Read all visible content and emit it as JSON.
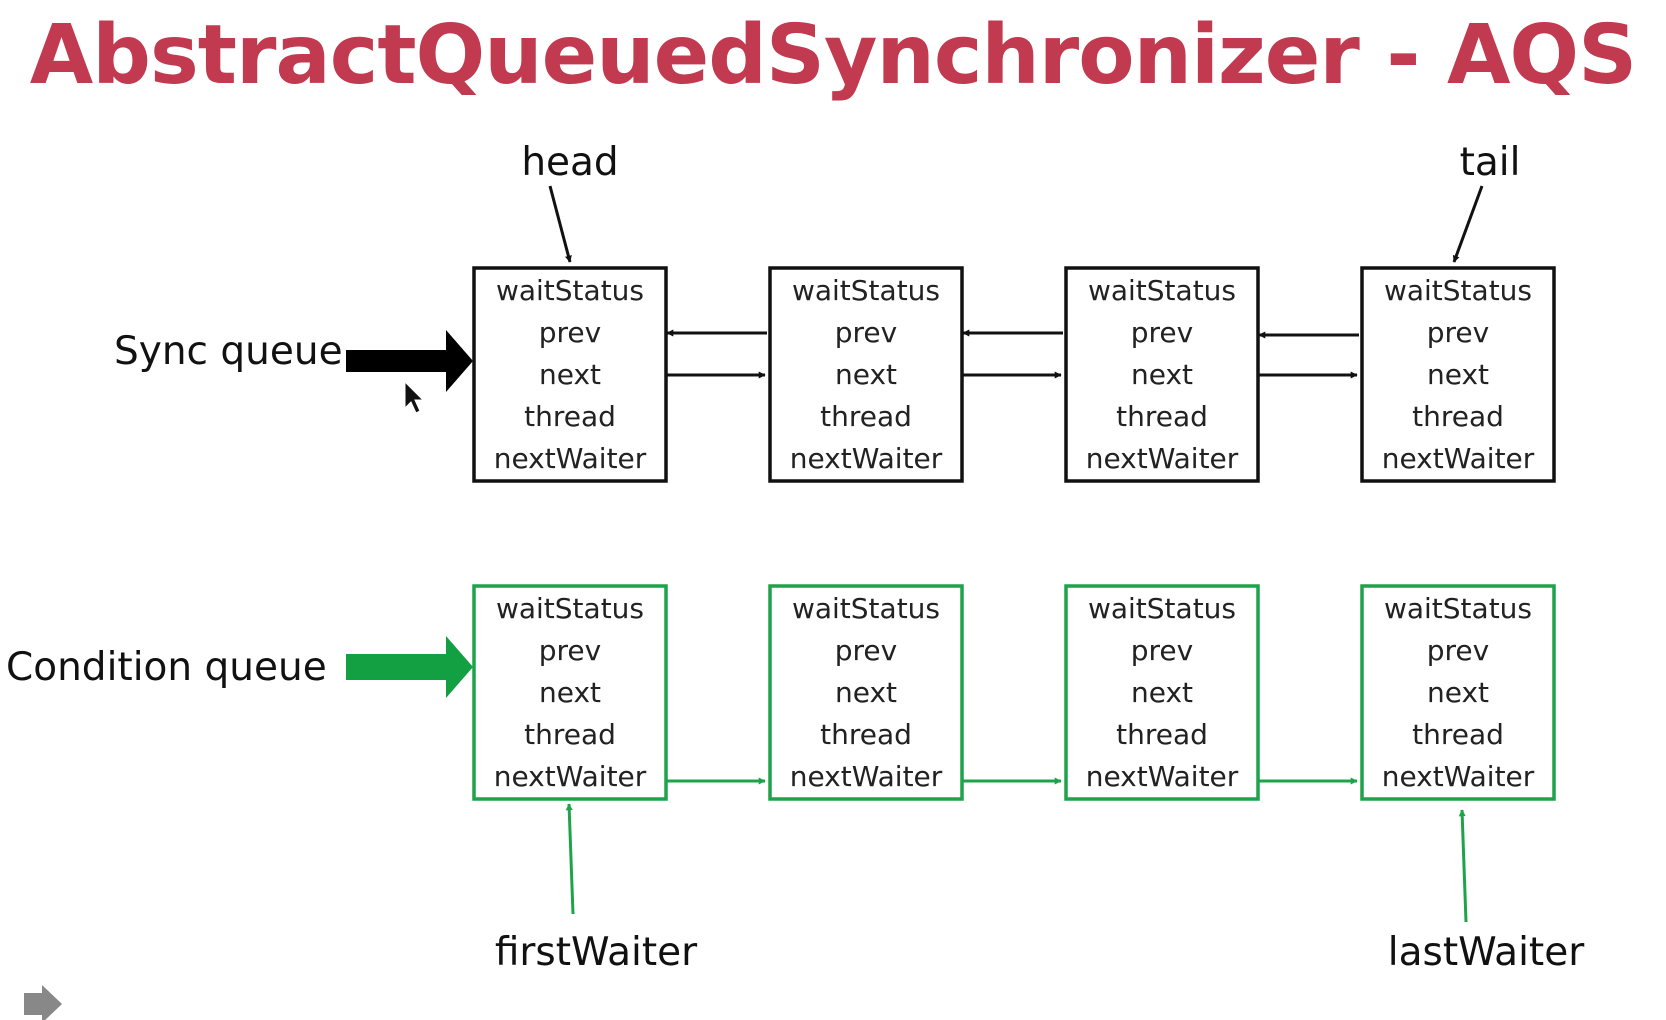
{
  "title": "AbstractQueuedSynchronizer - AQS",
  "colors": {
    "title": "#c23a4f",
    "sync": "#111111",
    "condition": "#1fa34a"
  },
  "sync_queue": {
    "label": "Sync queue",
    "head_label": "head",
    "tail_label": "tail",
    "nodes": [
      {
        "fields": [
          "waitStatus",
          "prev",
          "next",
          "thread",
          "nextWaiter"
        ]
      },
      {
        "fields": [
          "waitStatus",
          "prev",
          "next",
          "thread",
          "nextWaiter"
        ]
      },
      {
        "fields": [
          "waitStatus",
          "prev",
          "next",
          "thread",
          "nextWaiter"
        ]
      },
      {
        "fields": [
          "waitStatus",
          "prev",
          "next",
          "thread",
          "nextWaiter"
        ]
      }
    ]
  },
  "condition_queue": {
    "label": "Condition queue",
    "first_label": "firstWaiter",
    "last_label": "lastWaiter",
    "nodes": [
      {
        "fields": [
          "waitStatus",
          "prev",
          "next",
          "thread",
          "nextWaiter"
        ]
      },
      {
        "fields": [
          "waitStatus",
          "prev",
          "next",
          "thread",
          "nextWaiter"
        ]
      },
      {
        "fields": [
          "waitStatus",
          "prev",
          "next",
          "thread",
          "nextWaiter"
        ]
      },
      {
        "fields": [
          "waitStatus",
          "prev",
          "next",
          "thread",
          "nextWaiter"
        ]
      }
    ]
  },
  "icons": {
    "pointer": "mouse-pointer-icon",
    "nav": "arrow-right-icon"
  }
}
